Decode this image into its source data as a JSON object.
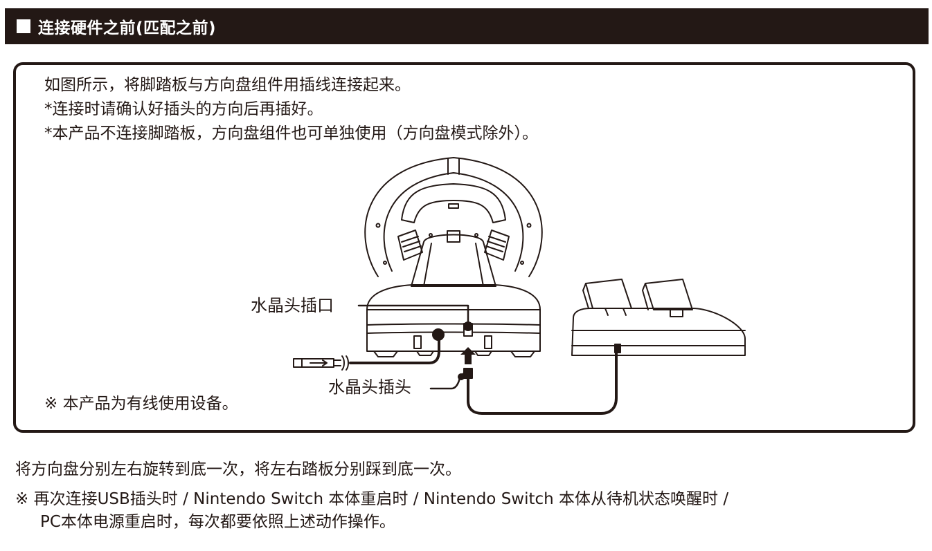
{
  "header": {
    "title": "连接硬件之前(匹配之前)"
  },
  "instructions": [
    "如图所示，将脚踏板与方向盘组件用插线连接起来。",
    "*连接时请确认好插头的方向后再插好。",
    "*本产品不连接脚踏板，方向盘组件也可单独使用（方向盘模式除外）。"
  ],
  "diagram": {
    "port_label": "水晶头插口",
    "plug_label": "水晶头插头",
    "wired_note": "※ 本产品为有线使用设备。"
  },
  "footer": {
    "instruction": "将方向盘分别左右旋转到底一次，将左右踏板分别踩到底一次。",
    "note_line1": "※ 再次连接USB插头时 / Nintendo Switch 本体重启时  / Nintendo Switch 本体从待机状态唤醒时 /",
    "note_line2": "PC本体电源重启时，每次都要依照上述动作操作。"
  },
  "colors": {
    "ink": "#231815",
    "background": "#ffffff"
  }
}
